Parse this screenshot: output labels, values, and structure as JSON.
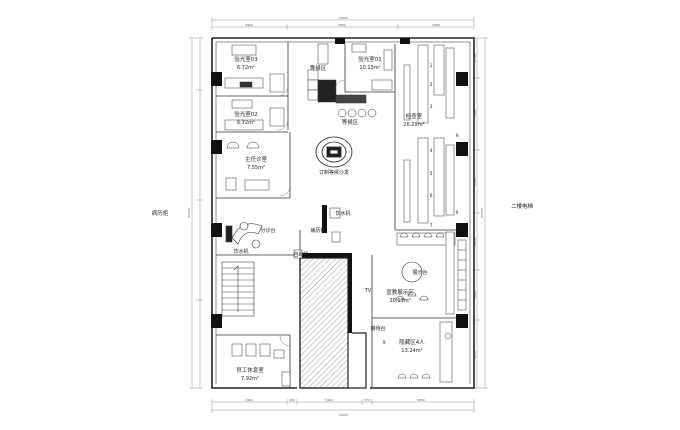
{
  "rooms": {
    "test_room_03": {
      "name": "验光室03",
      "area": "6.72m²"
    },
    "test_room_01": {
      "name": "验光室01",
      "area": "10.13m²"
    },
    "test_room_02": {
      "name": "验光室02",
      "area": "6.72m²"
    },
    "director_office": {
      "name": "主任诊室",
      "area": "7.55m²"
    },
    "inspection_room": {
      "name": "检查室",
      "area": "26.29m²"
    },
    "display_area": {
      "name": "宣教展示区",
      "area": "20.13m²"
    },
    "hidden_area": {
      "name": "隐藏区4人",
      "area": "13.24m²"
    },
    "staff_lounge": {
      "name": "员工休息室",
      "area": "7.92m²"
    }
  },
  "zones": {
    "waiting_top": "等候区",
    "waiting_mid": "等候区",
    "custom_sofa": "订制等候沙发",
    "triage": "分诊台",
    "water_dispenser_1": "饮水机",
    "water_dispenser_2": "饮水机",
    "records_cabinet": "病历柜",
    "self_service": "自助机",
    "display_stand": "展示台",
    "reception": "接待台",
    "tv": "TV"
  },
  "side_labels": {
    "left": "病历柜",
    "right": "二楼电梯"
  },
  "dimensions": {
    "top_total": "13000",
    "top_seg_1": "2960",
    "top_seg_2": "5660",
    "top_seg_3": "4380",
    "bottom_total": "13000",
    "bottom_seg_1": "2960",
    "bottom_seg_2": "420",
    "bottom_seg_3": "5400",
    "bottom_seg_4": "370",
    "bottom_seg_5": "3850",
    "left_total": "22500",
    "right_total": "22500",
    "right_seg_1": "2700",
    "right_seg_2": "5300",
    "right_seg_3": "2400",
    "right_seg_4": "4950",
    "right_seg_5": "3880",
    "right_seg_6": "3270"
  },
  "station_numbers": [
    "1",
    "2",
    "3",
    "4",
    "5",
    "6",
    "7",
    "9",
    "9",
    "9"
  ],
  "colors": {
    "wall": "#111111",
    "line": "#444444",
    "hatch": "#b8b8b8",
    "accent": "#333333"
  }
}
